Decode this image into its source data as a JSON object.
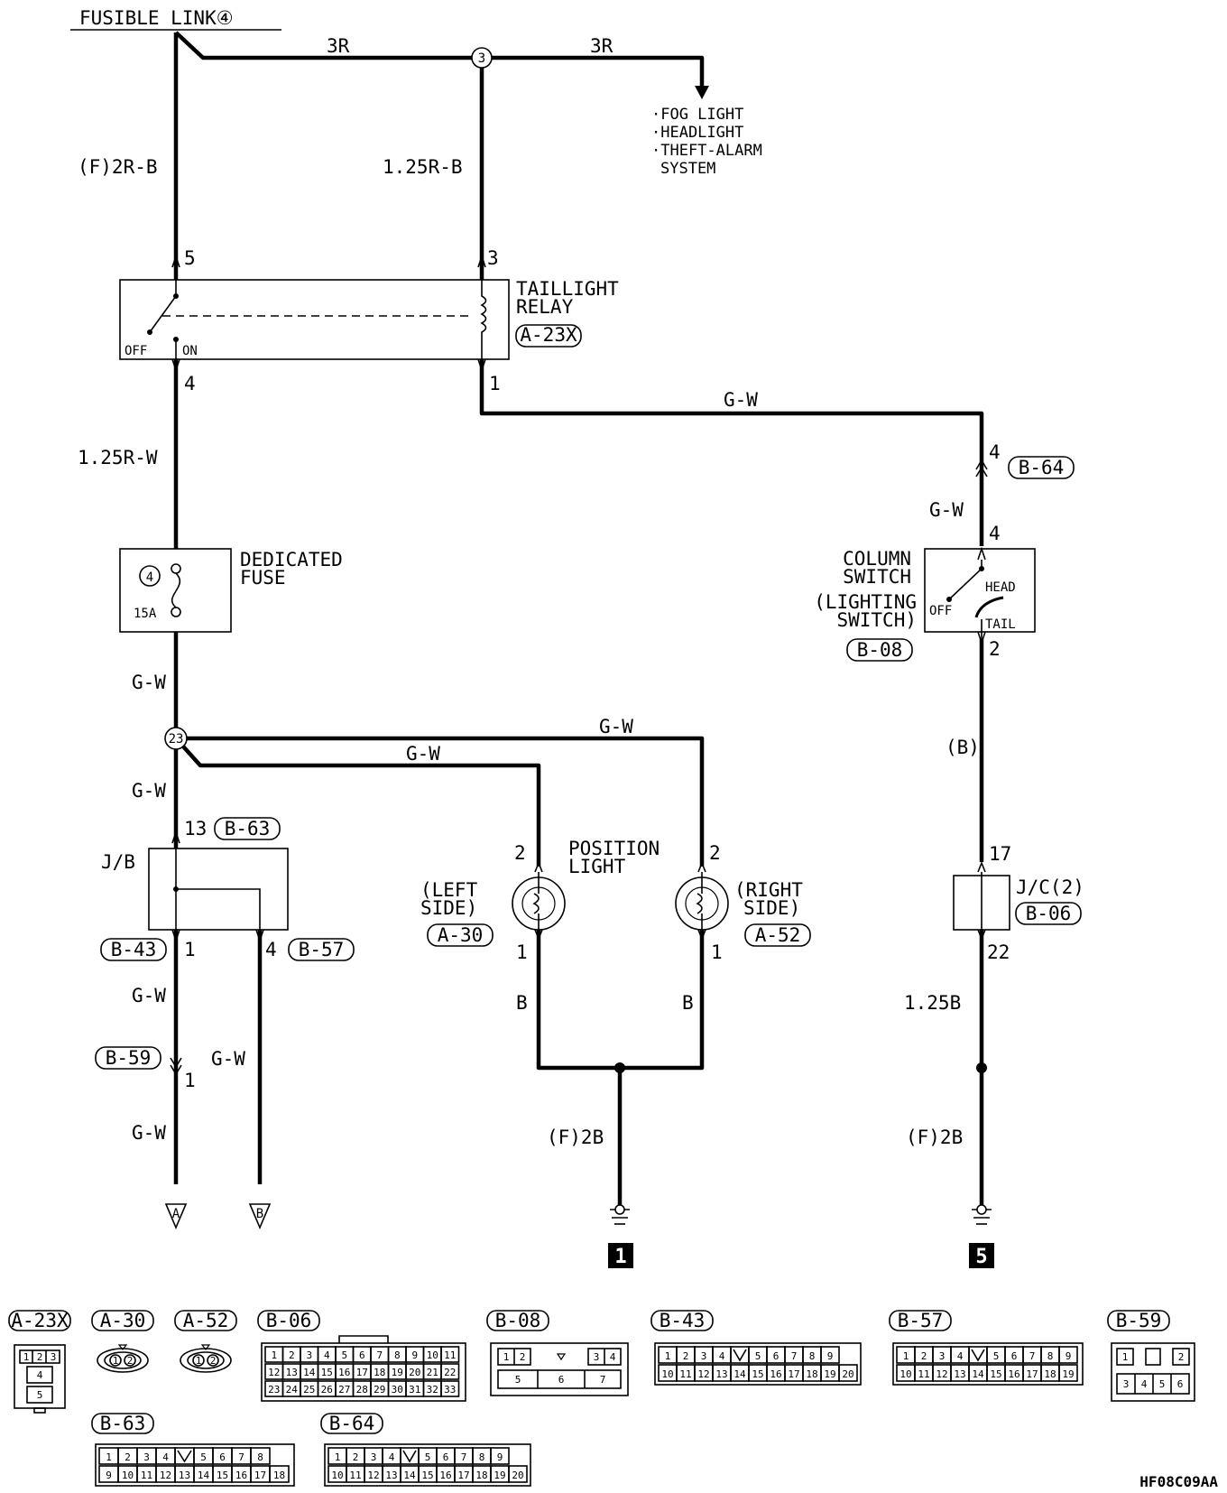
{
  "fusible_link": "FUSIBLE LINK④",
  "wires": {
    "w_3r_left": "3R",
    "w_3r_right": "3R",
    "w_f2rb": "(F)2R-B",
    "w_125rb": "1.25R-B",
    "w_125rw": "1.25R-W",
    "w_gw_relay_sw": "G-W",
    "w_gw_b64": "G-W",
    "w_gw_fuse": "G-W",
    "w_gw_23_top": "G-W",
    "w_gw_23_mid": "G-W",
    "w_gw_23_down": "G-W",
    "w_b_switch": "(B)",
    "w_gw_b43": "G-W",
    "w_gw_b57": "G-W",
    "w_gw_bottom": "G-W",
    "w_b_left": "B",
    "w_b_right": "B",
    "w_f2b_mid": "(F)2B",
    "w_125b": "1.25B",
    "w_f2b_right": "(F)2B"
  },
  "branch_targets": [
    "·FOG LIGHT",
    "·HEADLIGHT",
    "·THEFT-ALARM",
    "SYSTEM"
  ],
  "junctions": {
    "j3": "3",
    "j23": "23"
  },
  "pins": {
    "relay_5": "5",
    "relay_3": "3",
    "relay_4": "4",
    "relay_1": "1",
    "b64_4a": "4",
    "b64_4b": "4",
    "sw_2": "2",
    "jb_13": "13",
    "jb_1": "1",
    "jb_4": "4",
    "b59_1": "1",
    "pl_l2": "2",
    "pl_l1": "1",
    "pl_r2": "2",
    "pl_r1": "1",
    "jc_17": "17",
    "jc_22": "22"
  },
  "components": {
    "relay": {
      "name1": "TAILLIGHT",
      "name2": "RELAY",
      "conn": "A-23X",
      "off": "OFF",
      "on": "ON"
    },
    "fuse": {
      "name1": "DEDICATED",
      "name2": "FUSE",
      "num": "4",
      "rating": "15A"
    },
    "column_switch": {
      "name1": "COLUMN",
      "name2": "SWITCH",
      "name3": "(LIGHTING",
      "name4": "SWITCH)",
      "conn": "B-08",
      "off": "OFF",
      "head": "HEAD",
      "tail": "TAIL"
    },
    "jb": {
      "name": "J/B",
      "conn_top": "B-63",
      "conn_left": "B-43",
      "conn_right": "B-57"
    },
    "b59": "B-59",
    "position_light": {
      "name1": "POSITION",
      "name2": "LIGHT",
      "left1": "(LEFT",
      "left2": "SIDE)",
      "left_conn": "A-30",
      "right1": "(RIGHT",
      "right2": "SIDE)",
      "right_conn": "A-52"
    },
    "jc": {
      "name": "J/C(2)",
      "conn": "B-06"
    },
    "b64": "B-64"
  },
  "off_page": {
    "a": "A",
    "b": "B"
  },
  "grounds": {
    "g1": "1",
    "g5": "5"
  },
  "connectors": {
    "a23x": {
      "id": "A-23X",
      "top": [
        "1",
        "2",
        "3"
      ],
      "mid": "4",
      "bot": "5"
    },
    "a30": {
      "id": "A-30",
      "pins": [
        "1",
        "2"
      ]
    },
    "a52": {
      "id": "A-52",
      "pins": [
        "1",
        "2"
      ]
    },
    "b06": {
      "id": "B-06",
      "rows": [
        [
          "1",
          "2",
          "3",
          "4",
          "5",
          "6",
          "7",
          "8",
          "9",
          "10",
          "11"
        ],
        [
          "12",
          "13",
          "14",
          "15",
          "16",
          "17",
          "18",
          "19",
          "20",
          "21",
          "22"
        ],
        [
          "23",
          "24",
          "25",
          "26",
          "27",
          "28",
          "29",
          "30",
          "31",
          "32",
          "33"
        ]
      ]
    },
    "b08": {
      "id": "B-08",
      "top": [
        "1",
        "2",
        "3",
        "4"
      ],
      "bot": [
        "5",
        "6",
        "7"
      ]
    },
    "b43": {
      "id": "B-43",
      "rows": [
        [
          "1",
          "2",
          "3",
          "4",
          "",
          "5",
          "6",
          "7",
          "8",
          "9"
        ],
        [
          "10",
          "11",
          "12",
          "13",
          "14",
          "15",
          "16",
          "17",
          "18",
          "19",
          "20"
        ]
      ]
    },
    "b57": {
      "id": "B-57",
      "rows": [
        [
          "1",
          "2",
          "3",
          "4",
          "",
          "5",
          "6",
          "7",
          "8",
          "9"
        ],
        [
          "10",
          "11",
          "12",
          "13",
          "14",
          "15",
          "16",
          "17",
          "18",
          "19"
        ]
      ]
    },
    "b59": {
      "id": "B-59",
      "top": [
        "1",
        "2"
      ],
      "bot": [
        "3",
        "4",
        "5",
        "6"
      ]
    },
    "b63": {
      "id": "B-63",
      "rows": [
        [
          "1",
          "2",
          "3",
          "4",
          "",
          "5",
          "6",
          "7",
          "8"
        ],
        [
          "9",
          "10",
          "11",
          "12",
          "13",
          "14",
          "15",
          "16",
          "17",
          "18"
        ]
      ]
    },
    "b64": {
      "id": "B-64",
      "rows": [
        [
          "1",
          "2",
          "3",
          "4",
          "",
          "5",
          "6",
          "7",
          "8",
          "9"
        ],
        [
          "10",
          "11",
          "12",
          "13",
          "14",
          "15",
          "16",
          "17",
          "18",
          "19",
          "20"
        ]
      ]
    }
  },
  "diagram_code": "HF08C09AA"
}
